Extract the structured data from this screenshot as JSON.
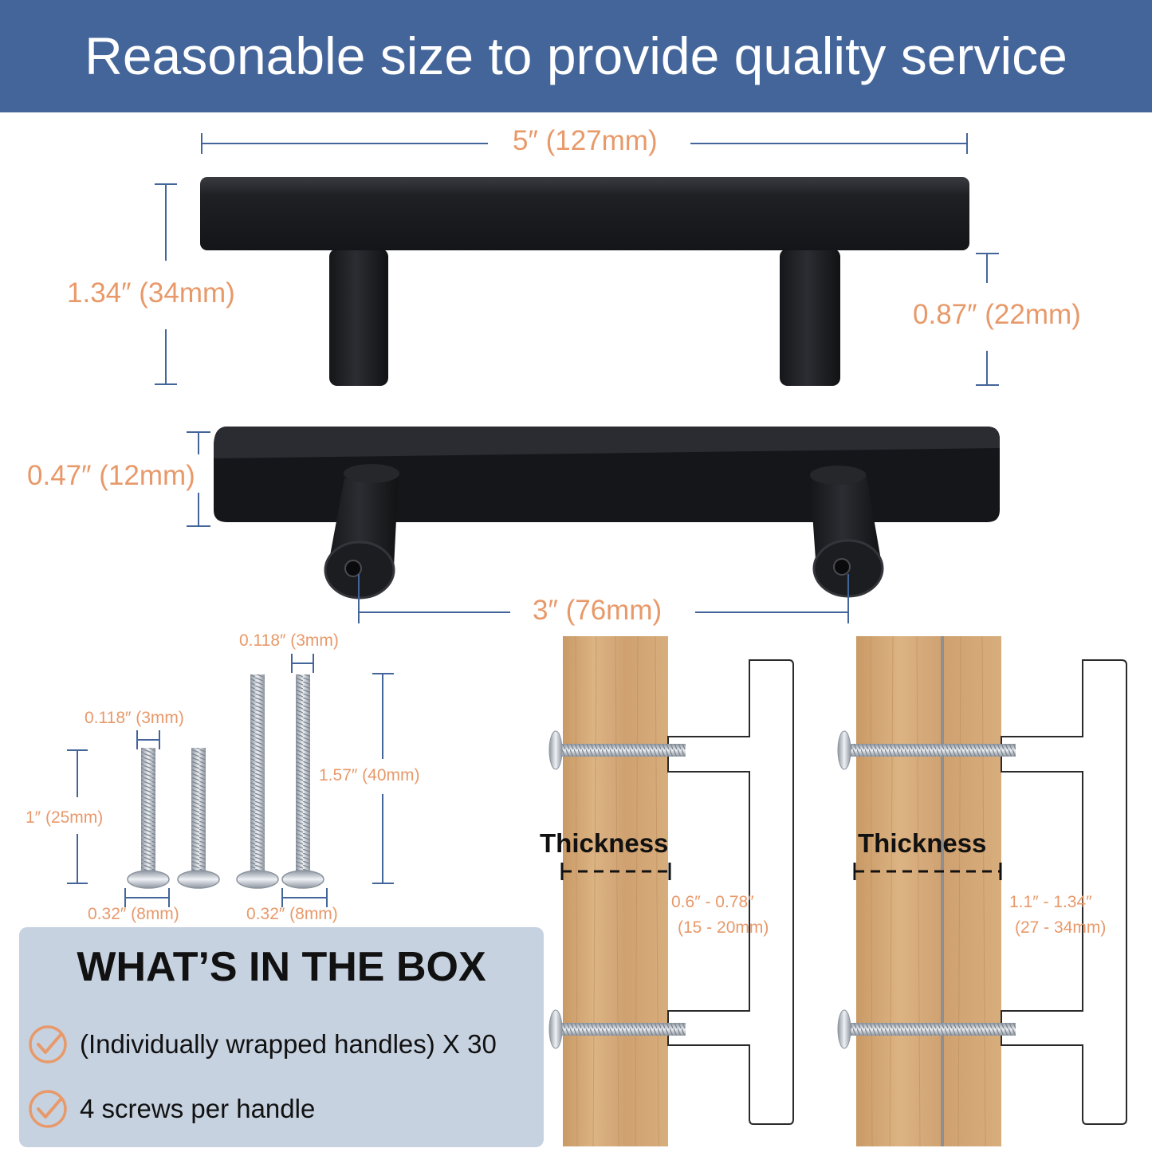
{
  "banner": {
    "title": "Reasonable size to provide quality service"
  },
  "dimensions": {
    "length": "5″ (127mm)",
    "height": "1.34″ (34mm)",
    "post_height": "0.87″ (22mm)",
    "bar_width": "0.47″ (12mm)",
    "hole_spacing": "3″ (76mm)"
  },
  "screws": {
    "short_diameter": "0.118″ (3mm)",
    "long_diameter": "0.118″ (3mm)",
    "short_length": "1″ (25mm)",
    "long_length": "1.57″ (40mm)",
    "short_head": "0.32″ (8mm)",
    "long_head": "0.32″ (8mm)"
  },
  "installation": {
    "thin": {
      "label": "Thickness",
      "range_in": "0.6″ - 0.78″",
      "range_mm": "(15 - 20mm)"
    },
    "thick": {
      "label": "Thickness",
      "range_in": "1.1″ - 1.34″",
      "range_mm": "(27 - 34mm)"
    }
  },
  "box": {
    "title": "WHAT’S IN THE BOX",
    "items": [
      {
        "text": "(Individually wrapped handles) X 30",
        "icon": "check-circle-icon"
      },
      {
        "text": "4 screws per handle",
        "icon": "check-circle-icon"
      }
    ]
  },
  "colors": {
    "banner": "#44659a",
    "accent": "#e8996a",
    "panel": "#c7d2e1",
    "handle": "#1c1d20",
    "wood": "#d2a776"
  }
}
